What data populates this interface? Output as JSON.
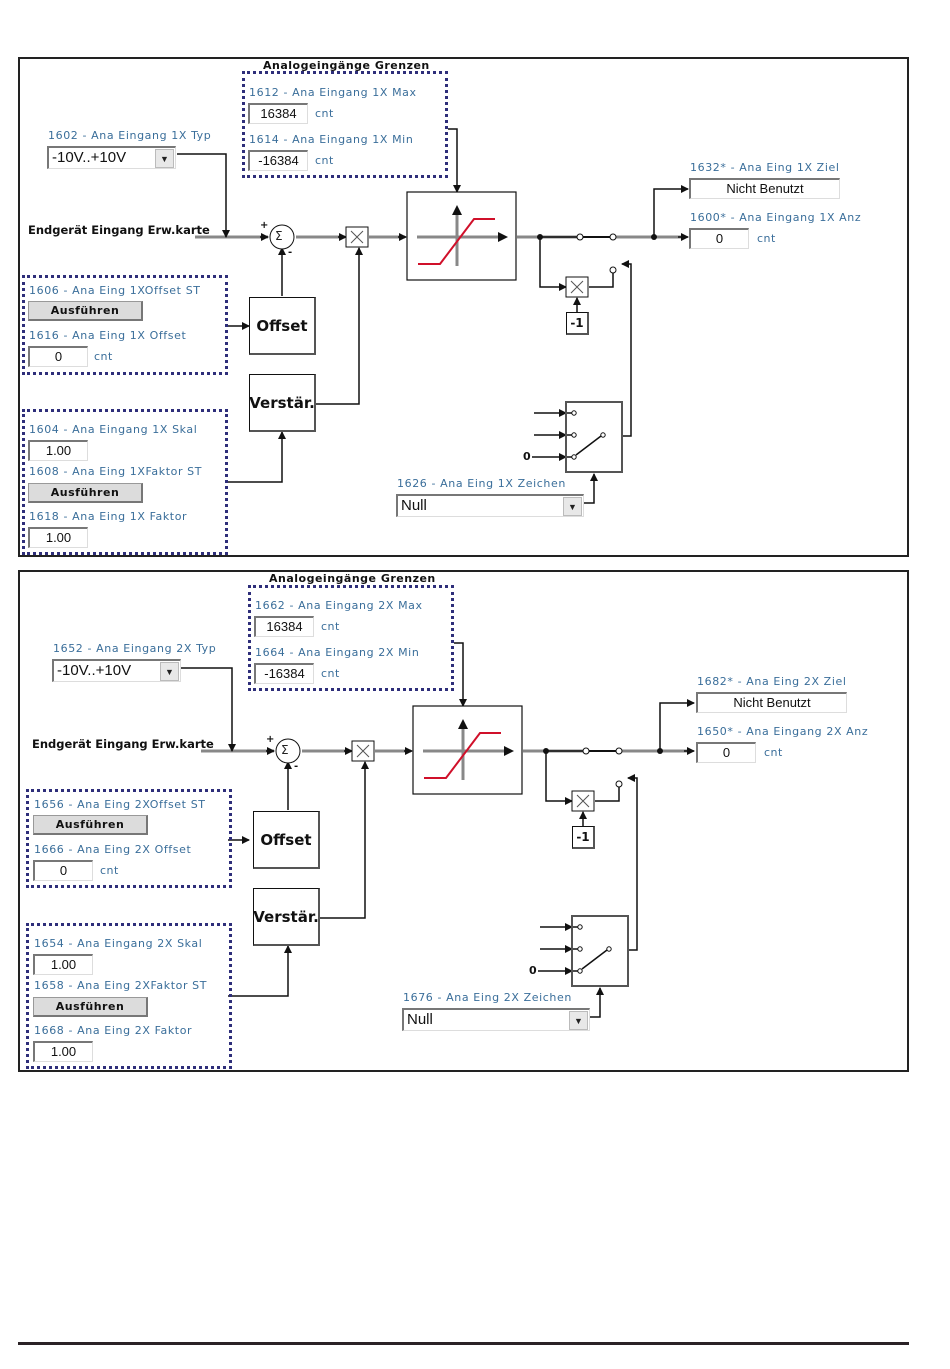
{
  "panels": [
    {
      "input_label": "Endgerät Eingang Erw.karte",
      "limits_group": {
        "title": "Analogeingänge Grenzen",
        "max": {
          "label": "1612 - Ana Eingang 1X Max",
          "value": "16384",
          "unit": "cnt"
        },
        "min": {
          "label": "1614 - Ana Eingang 1X Min",
          "value": "-16384",
          "unit": "cnt"
        }
      },
      "type": {
        "label": "1602 - Ana Eingang 1X Typ",
        "value": "-10V..+10V"
      },
      "offset_group": {
        "exec": {
          "label": "1606 - Ana Eing 1XOffset ST",
          "button": "Ausführen"
        },
        "offset": {
          "label": "1616 - Ana Eing 1X Offset",
          "value": "0",
          "unit": "cnt"
        }
      },
      "gain_group": {
        "scale": {
          "label": "1604 - Ana Eingang 1X Skal",
          "value": "1.00"
        },
        "exec": {
          "label": "1608 - Ana Eing 1XFaktor ST",
          "button": "Ausführen"
        },
        "factor": {
          "label": "1618 - Ana Eing 1X Faktor",
          "value": "1.00"
        }
      },
      "blocks": {
        "offset": "Offset",
        "gain": "Verstär.",
        "minus_one": "-1",
        "sum_symbol": "Σ",
        "mult_symbol": "×",
        "plus": "+",
        "minus": "-",
        "zero": "0"
      },
      "target": {
        "label": "1632* - Ana Eing 1X Ziel",
        "value": "Nicht Benutzt"
      },
      "display": {
        "label": "1600* - Ana Eingang 1X Anz",
        "value": "0",
        "unit": "cnt"
      },
      "sign": {
        "label": "1626 - Ana Eing 1X Zeichen",
        "value": "Null"
      }
    },
    {
      "input_label": "Endgerät Eingang Erw.karte",
      "limits_group": {
        "title": "Analogeingänge Grenzen",
        "max": {
          "label": "1662 - Ana Eingang 2X Max",
          "value": "16384",
          "unit": "cnt"
        },
        "min": {
          "label": "1664 - Ana Eingang 2X Min",
          "value": "-16384",
          "unit": "cnt"
        }
      },
      "type": {
        "label": "1652 - Ana Eingang 2X Typ",
        "value": "-10V..+10V"
      },
      "offset_group": {
        "exec": {
          "label": "1656 - Ana Eing 2XOffset ST",
          "button": "Ausführen"
        },
        "offset": {
          "label": "1666 - Ana Eing 2X Offset",
          "value": "0",
          "unit": "cnt"
        }
      },
      "gain_group": {
        "scale": {
          "label": "1654 - Ana Eingang 2X Skal",
          "value": "1.00"
        },
        "exec": {
          "label": "1658 - Ana Eing 2XFaktor ST",
          "button": "Ausführen"
        },
        "factor": {
          "label": "1668 - Ana Eing 2X Faktor",
          "value": "1.00"
        }
      },
      "blocks": {
        "offset": "Offset",
        "gain": "Verstär.",
        "minus_one": "-1",
        "sum_symbol": "Σ",
        "mult_symbol": "×",
        "plus": "+",
        "minus": "-",
        "zero": "0"
      },
      "target": {
        "label": "1682* - Ana Eing 2X Ziel",
        "value": "Nicht Benutzt"
      },
      "display": {
        "label": "1650* - Ana Eingang 2X Anz",
        "value": "0",
        "unit": "cnt"
      },
      "sign": {
        "label": "1676 - Ana Eing 2X Zeichen",
        "value": "Null"
      }
    }
  ],
  "colors": {
    "label_blue": "#3a6e9a",
    "dash_border": "#2e2e7a",
    "limiter_curve": "#d0102a",
    "wire": "#777777"
  }
}
